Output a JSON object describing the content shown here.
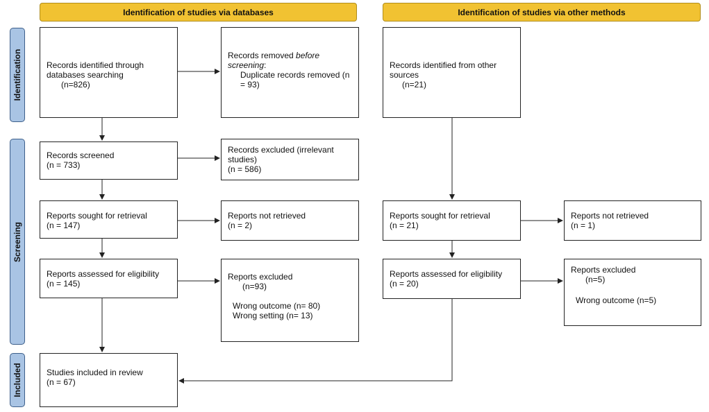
{
  "headers": {
    "databases": "Identification of studies via databases",
    "other": "Identification of studies via other methods"
  },
  "phases": {
    "identification": "Identification",
    "screening": "Screening",
    "included": "Included"
  },
  "db": {
    "identified": {
      "line1": "Records identified through",
      "line2": "databases searching",
      "count": "(n=826)"
    },
    "removed": {
      "line1a": "Records removed ",
      "line1b": "before",
      "line2": "screening",
      "line2b": ":",
      "line3": "Duplicate records removed (n",
      "line4": "= 93)"
    },
    "screened": {
      "line1": "Records screened",
      "count": "(n = 733)"
    },
    "excluded": {
      "line1": "Records excluded (irrelevant",
      "line2": "studies)",
      "count": "(n = 586)"
    },
    "sought": {
      "line1": "Reports sought for retrieval",
      "count": "(n = 147)"
    },
    "not_retrieved": {
      "line1": "Reports not retrieved",
      "count": "(n = 2)"
    },
    "assessed": {
      "line1": "Reports assessed for eligibility",
      "count": "(n = 145)"
    },
    "reports_excluded": {
      "line1": "Reports excluded",
      "count": "(n=93)",
      "reason1": "Wrong outcome (n= 80)",
      "reason2": "Wrong setting (n= 13)"
    },
    "included": {
      "line1": "Studies included in review",
      "count": "(n = 67)"
    }
  },
  "other": {
    "identified": {
      "line1": "Records identified from other",
      "line2": "sources",
      "count": "(n=21)"
    },
    "sought": {
      "line1": "Reports sought for retrieval",
      "count": "(n = 21)"
    },
    "not_retrieved": {
      "line1": "Reports not retrieved",
      "count": "(n = 1)"
    },
    "assessed": {
      "line1": "Reports assessed for eligibility",
      "count": "(n = 20)"
    },
    "reports_excluded": {
      "line1": "Reports excluded",
      "count": "(n=5)",
      "reason1": "Wrong outcome (n=5)"
    }
  }
}
